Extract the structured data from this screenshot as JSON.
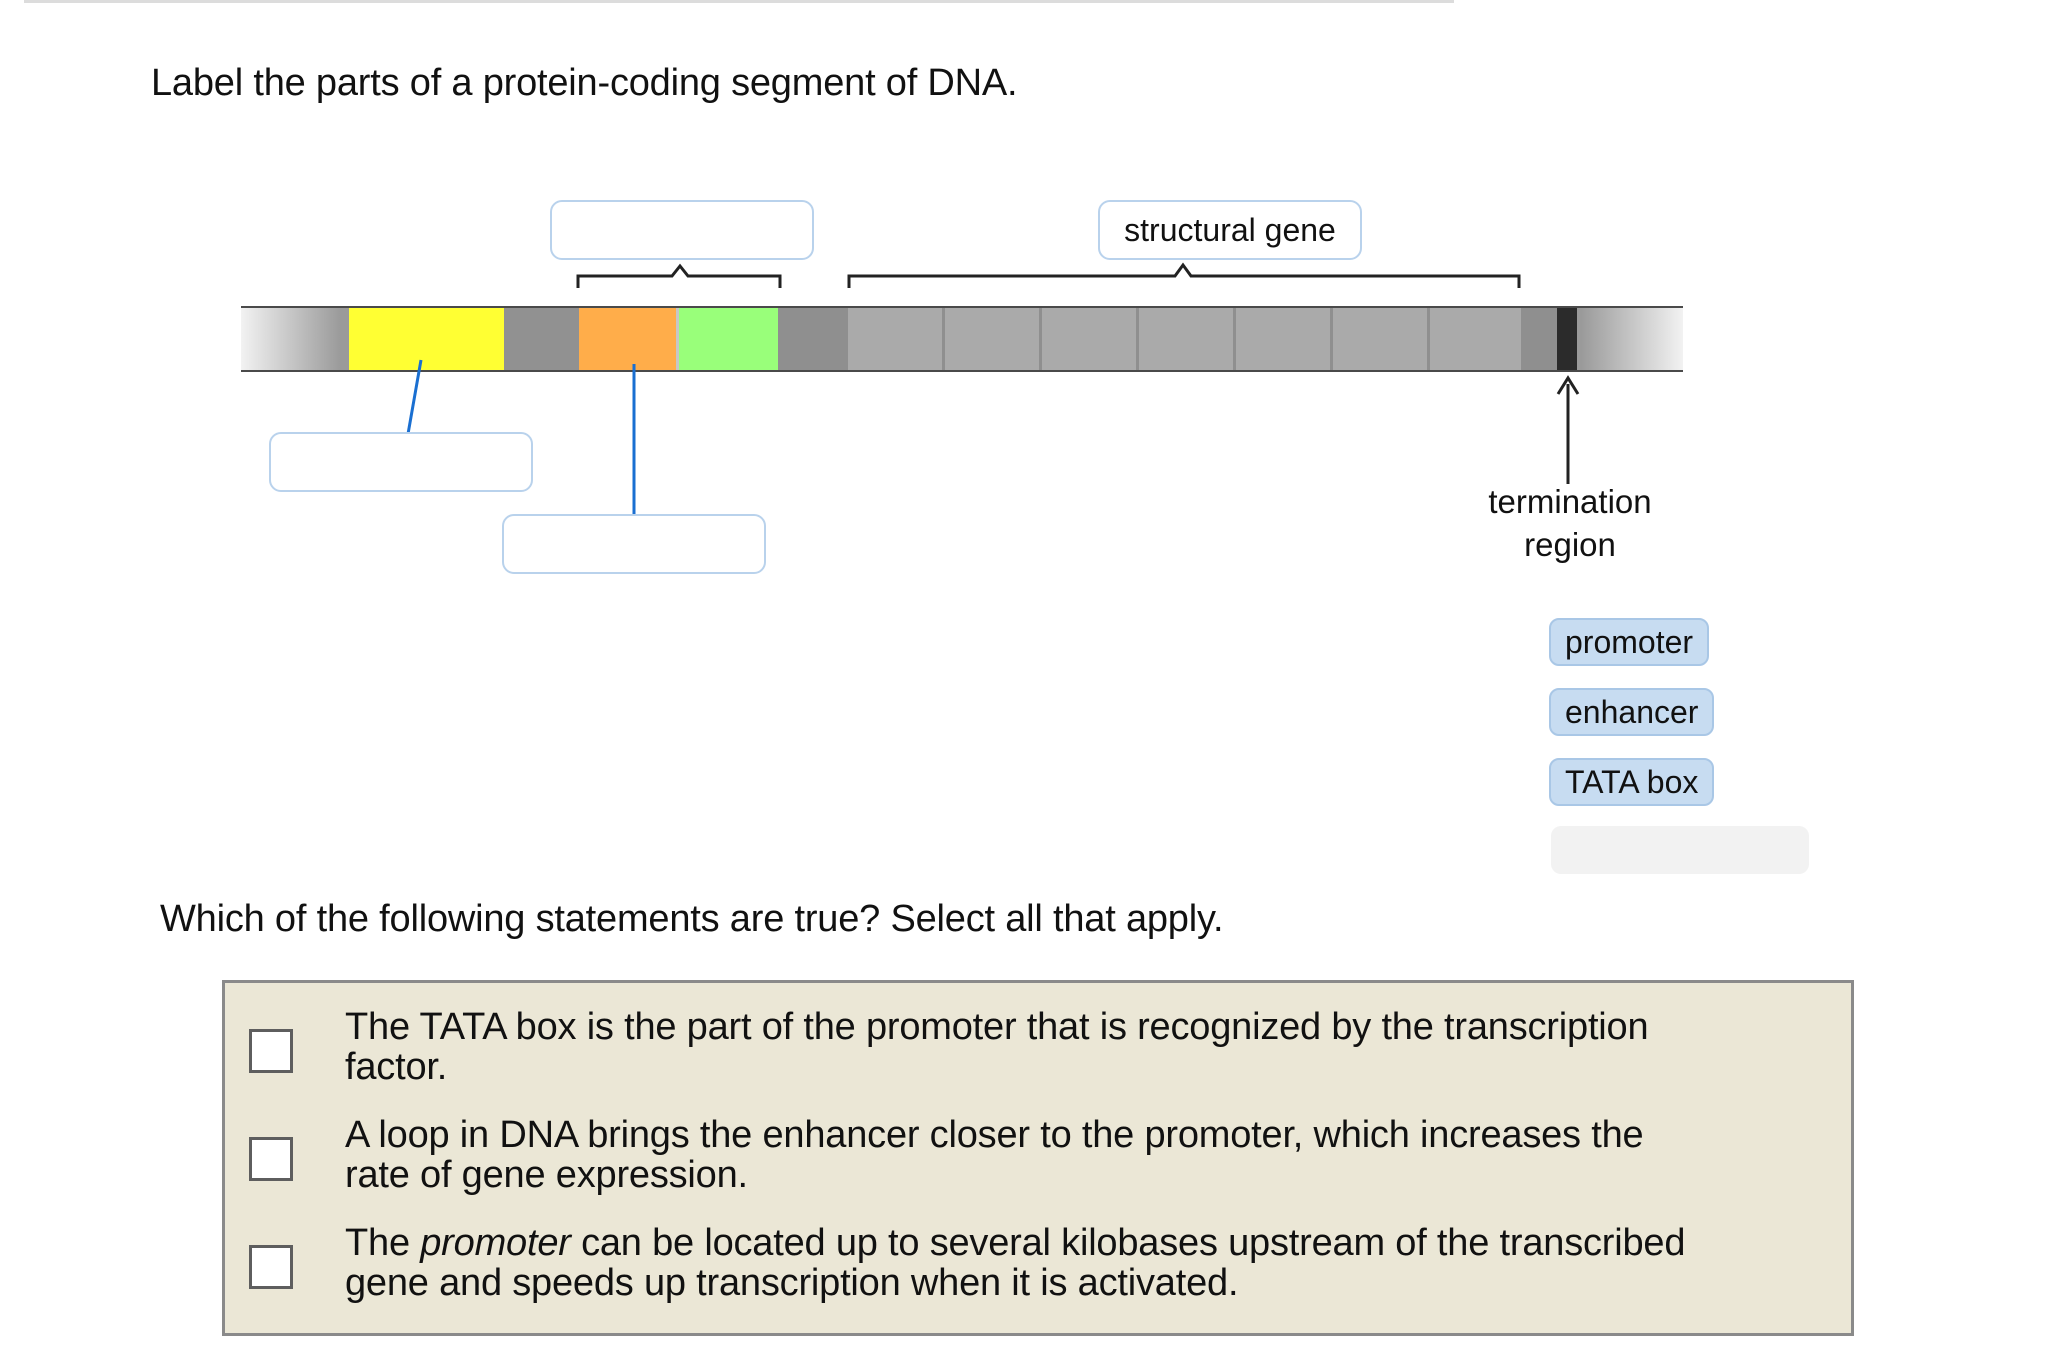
{
  "instruction": "Label the parts of a protein-coding segment of DNA.",
  "diagram": {
    "label_boxes": [
      {
        "id": "top",
        "value": ""
      },
      {
        "id": "yellow",
        "value": ""
      },
      {
        "id": "orange",
        "value": ""
      }
    ],
    "structural_gene_label": "structural gene",
    "termination_label_line1": "termination",
    "termination_label_line2": "region",
    "colors": {
      "yellow_region": "#ffff33",
      "orange_region": "#ffad4a",
      "green_region": "#99ff7a",
      "termination_mark": "#2b2b2b",
      "leader_line": "#1a6fd1"
    }
  },
  "word_bank": [
    "promoter",
    "enhancer",
    "TATA box"
  ],
  "question": "Which of the following statements are true? Select all that apply.",
  "options": [
    {
      "before": "The TATA box is the part of the promoter that is recognized by the transcription",
      "after": "factor.",
      "checked": false
    },
    {
      "before": "A loop in DNA brings the enhancer closer to the promoter, which increases the",
      "after": "rate of gene expression.",
      "checked": false
    },
    {
      "before": "The ",
      "italic": "promoter",
      "rest": " can be located up to several kilobases upstream of the transcribed",
      "after": "gene and speeds up transcription when it is activated.",
      "checked": false
    }
  ]
}
